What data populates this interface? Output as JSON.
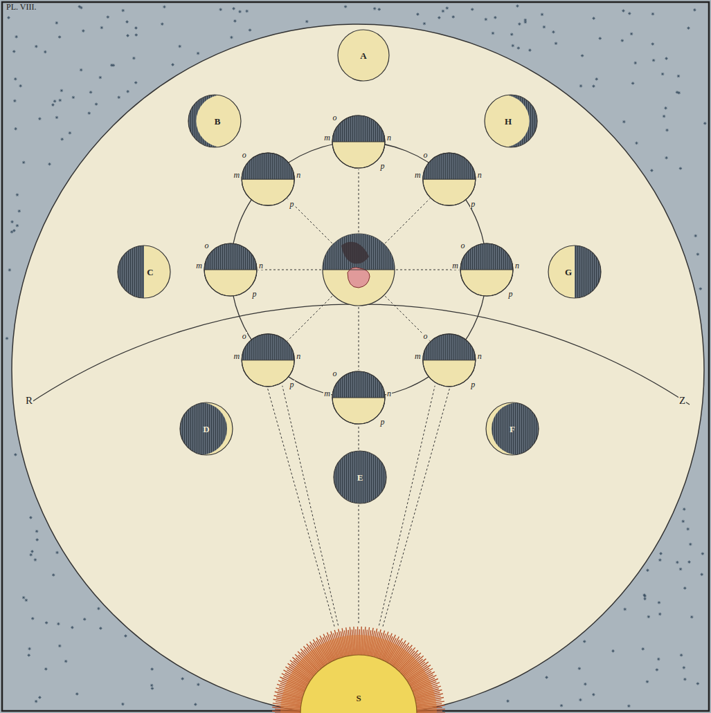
{
  "diagram": {
    "nodes": [
      {
        "text": [
          "A"
        ]
      },
      {
        "text": [
          "B"
        ]
      },
      {
        "text": [
          "H"
        ]
      },
      {
        "text": [
          "C"
        ]
      },
      {
        "text": [
          "G"
        ]
      },
      {
        "text": [
          "D"
        ]
      },
      {
        "text": [
          "F"
        ]
      },
      {
        "text": [
          "E"
        ]
      },
      {
        "text": [
          "S"
        ]
      }
    ],
    "labels": [
      "PL. VIII.",
      "R",
      "Z",
      "m",
      "n",
      "o",
      "p",
      "m",
      "n",
      "o",
      "p",
      "m",
      "n",
      "o",
      "p",
      "m",
      "n",
      "o",
      "p",
      "m",
      "n",
      "o",
      "p",
      "m",
      "n",
      "o",
      "p",
      "m",
      "n",
      "o",
      "p",
      "m",
      "n",
      "o",
      "p"
    ]
  }
}
